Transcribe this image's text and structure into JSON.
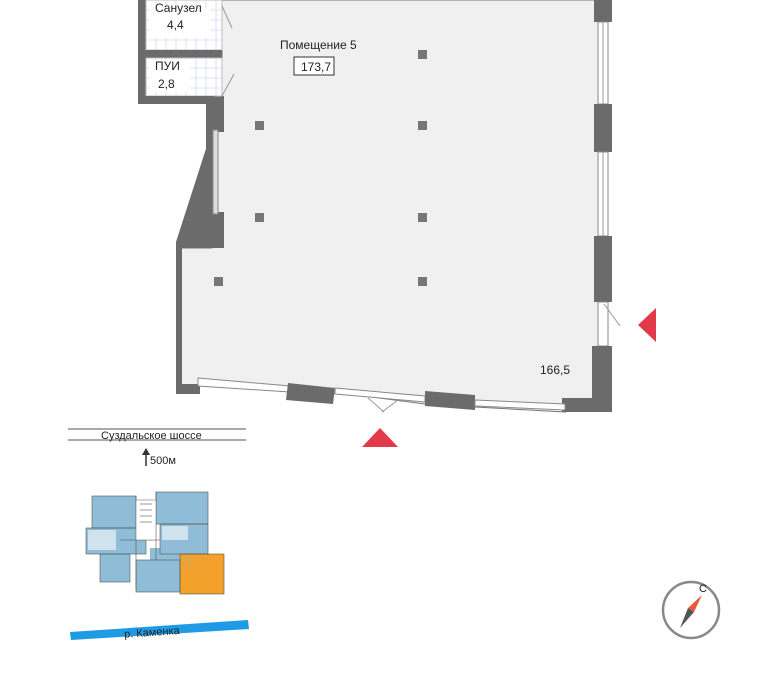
{
  "rooms": {
    "bathroom": {
      "name": "Санузел",
      "area": "4,4"
    },
    "utility": {
      "name": "ПУИ",
      "area": "2,8"
    },
    "main": {
      "name": "Помещение 5",
      "area": "173,7"
    }
  },
  "level_mark": "166,5",
  "street": {
    "name": "Суздальское шоссе",
    "distance": "500м"
  },
  "river": "р. Каменка",
  "compass": {
    "letter": "С"
  },
  "colors": {
    "floor": "#f0f0f0",
    "wall": "#6b6b6b",
    "entrance_marker": "#e23a4a",
    "highlight_unit": "#f3a12b",
    "other_units": "#8fbdd8",
    "river": "#1e9be4"
  }
}
